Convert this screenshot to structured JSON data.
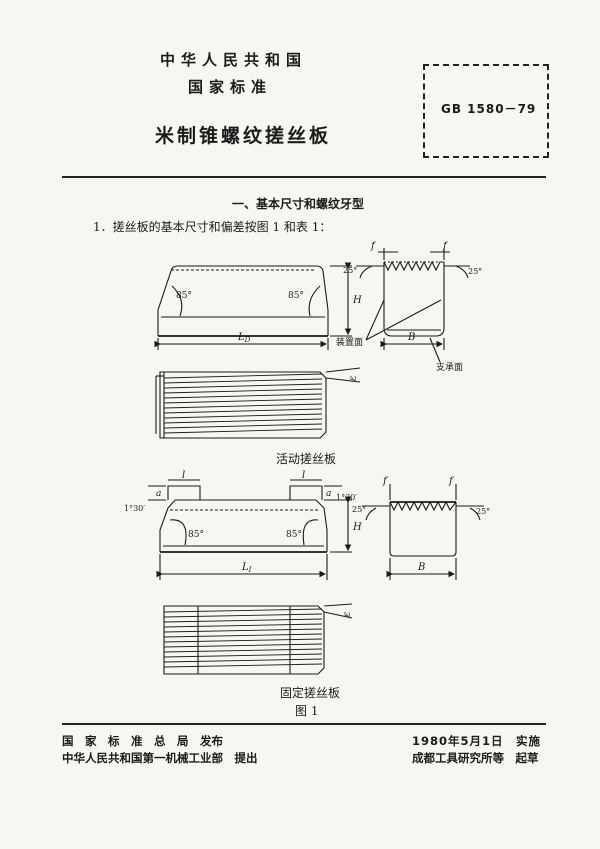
{
  "header": {
    "country": "中华人民共和国",
    "standard_type": "国家标准",
    "title": "米制锥螺纹搓丝板",
    "standard_number": "GB 1580－79"
  },
  "section": {
    "heading": "一、基本尺寸和螺纹牙型",
    "paragraph": "1．搓丝板的基本尺寸和偏差按图 1 和表 1："
  },
  "figure": {
    "labels": {
      "angle_85": "85°",
      "angle_25": "25°",
      "angle_1_30": "1°30′",
      "dim_H": "H",
      "dim_B": "B",
      "dim_LD": "L_D",
      "dim_LD_main": "L",
      "dim_LD_sub": "D",
      "dim_LI_main": "L",
      "dim_LI_sub": "I",
      "dim_f": "f",
      "dim_l": "l",
      "dim_a": "a",
      "dim_epsilon": "ε",
      "mount_surface": "装置面",
      "support_surface": "支承面"
    },
    "caption_moving": "活动搓丝板",
    "caption_fixed": "固定搓丝板",
    "figure_label": "图 1"
  },
  "footer": {
    "issuer_line": "国　家　标　准　总　局　发布",
    "proposer_line": "中华人民共和国第一机械工业部　提出",
    "date_line": "1980年5月1日　实施",
    "drafter_line": "成都工具研究所等　起草"
  }
}
